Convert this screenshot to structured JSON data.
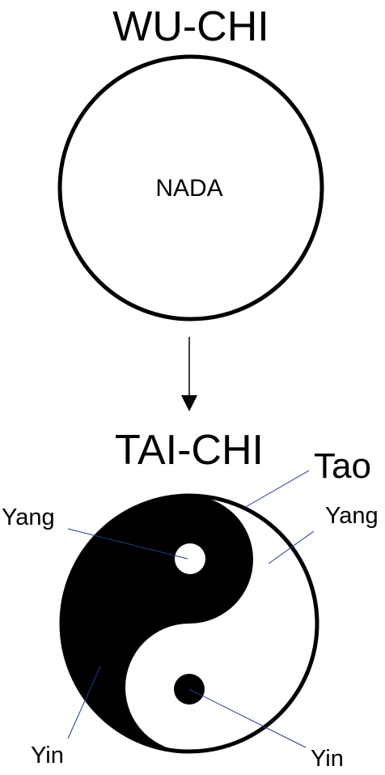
{
  "wuchi": {
    "title": "WU-CHI",
    "center_label": "NADA"
  },
  "taichi": {
    "title": "TAI-CHI",
    "labels": {
      "tao": "Tao",
      "yang_left": "Yang",
      "yang_right": "Yang",
      "yin_left": "Yin",
      "yin_right": "Yin"
    }
  },
  "colors": {
    "ink": "#000000",
    "paper": "#ffffff",
    "leader_line": "#1f3a93"
  }
}
